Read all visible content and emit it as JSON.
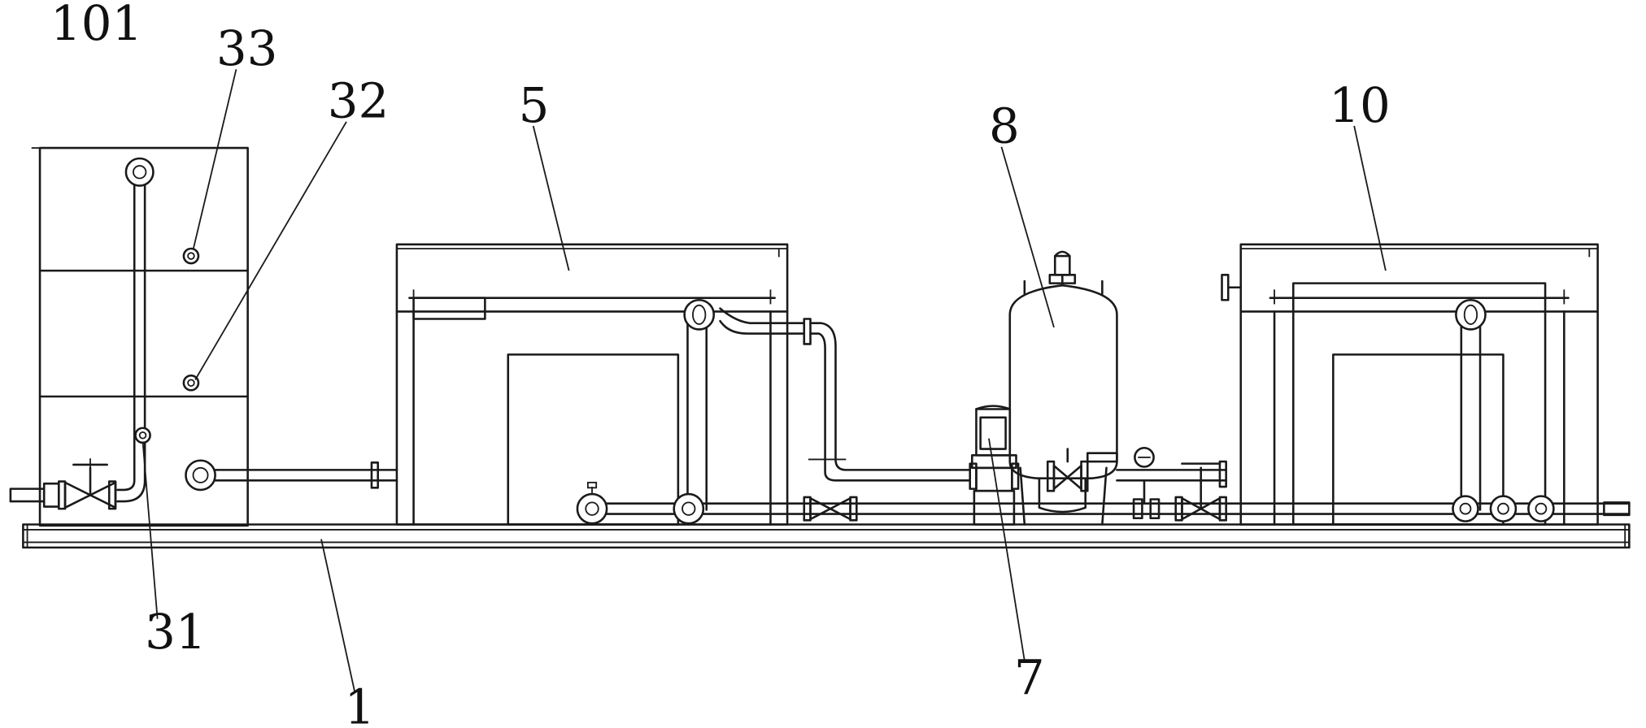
{
  "labels": {
    "l101": "101",
    "l33": "33",
    "l32": "32",
    "l31": "31",
    "l5": "5",
    "l8": "8",
    "l10": "10",
    "l7": "7",
    "l1": "1"
  }
}
